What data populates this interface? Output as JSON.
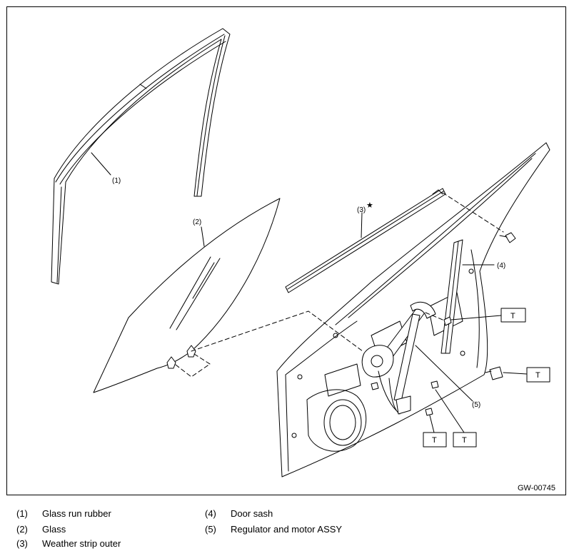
{
  "diagram": {
    "figure_id": "GW-00745",
    "callouts": [
      "(1)",
      "(2)",
      "(3)",
      "(4)",
      "(5)"
    ],
    "star_mark": "★",
    "torque_mark": "T"
  },
  "legend": [
    {
      "num": "(1)",
      "text": "Glass run rubber"
    },
    {
      "num": "(2)",
      "text": "Glass"
    },
    {
      "num": "(3)",
      "text": "Weather strip outer"
    },
    {
      "num": "(4)",
      "text": "Door sash"
    },
    {
      "num": "(5)",
      "text": "Regulator and motor ASSY"
    }
  ]
}
